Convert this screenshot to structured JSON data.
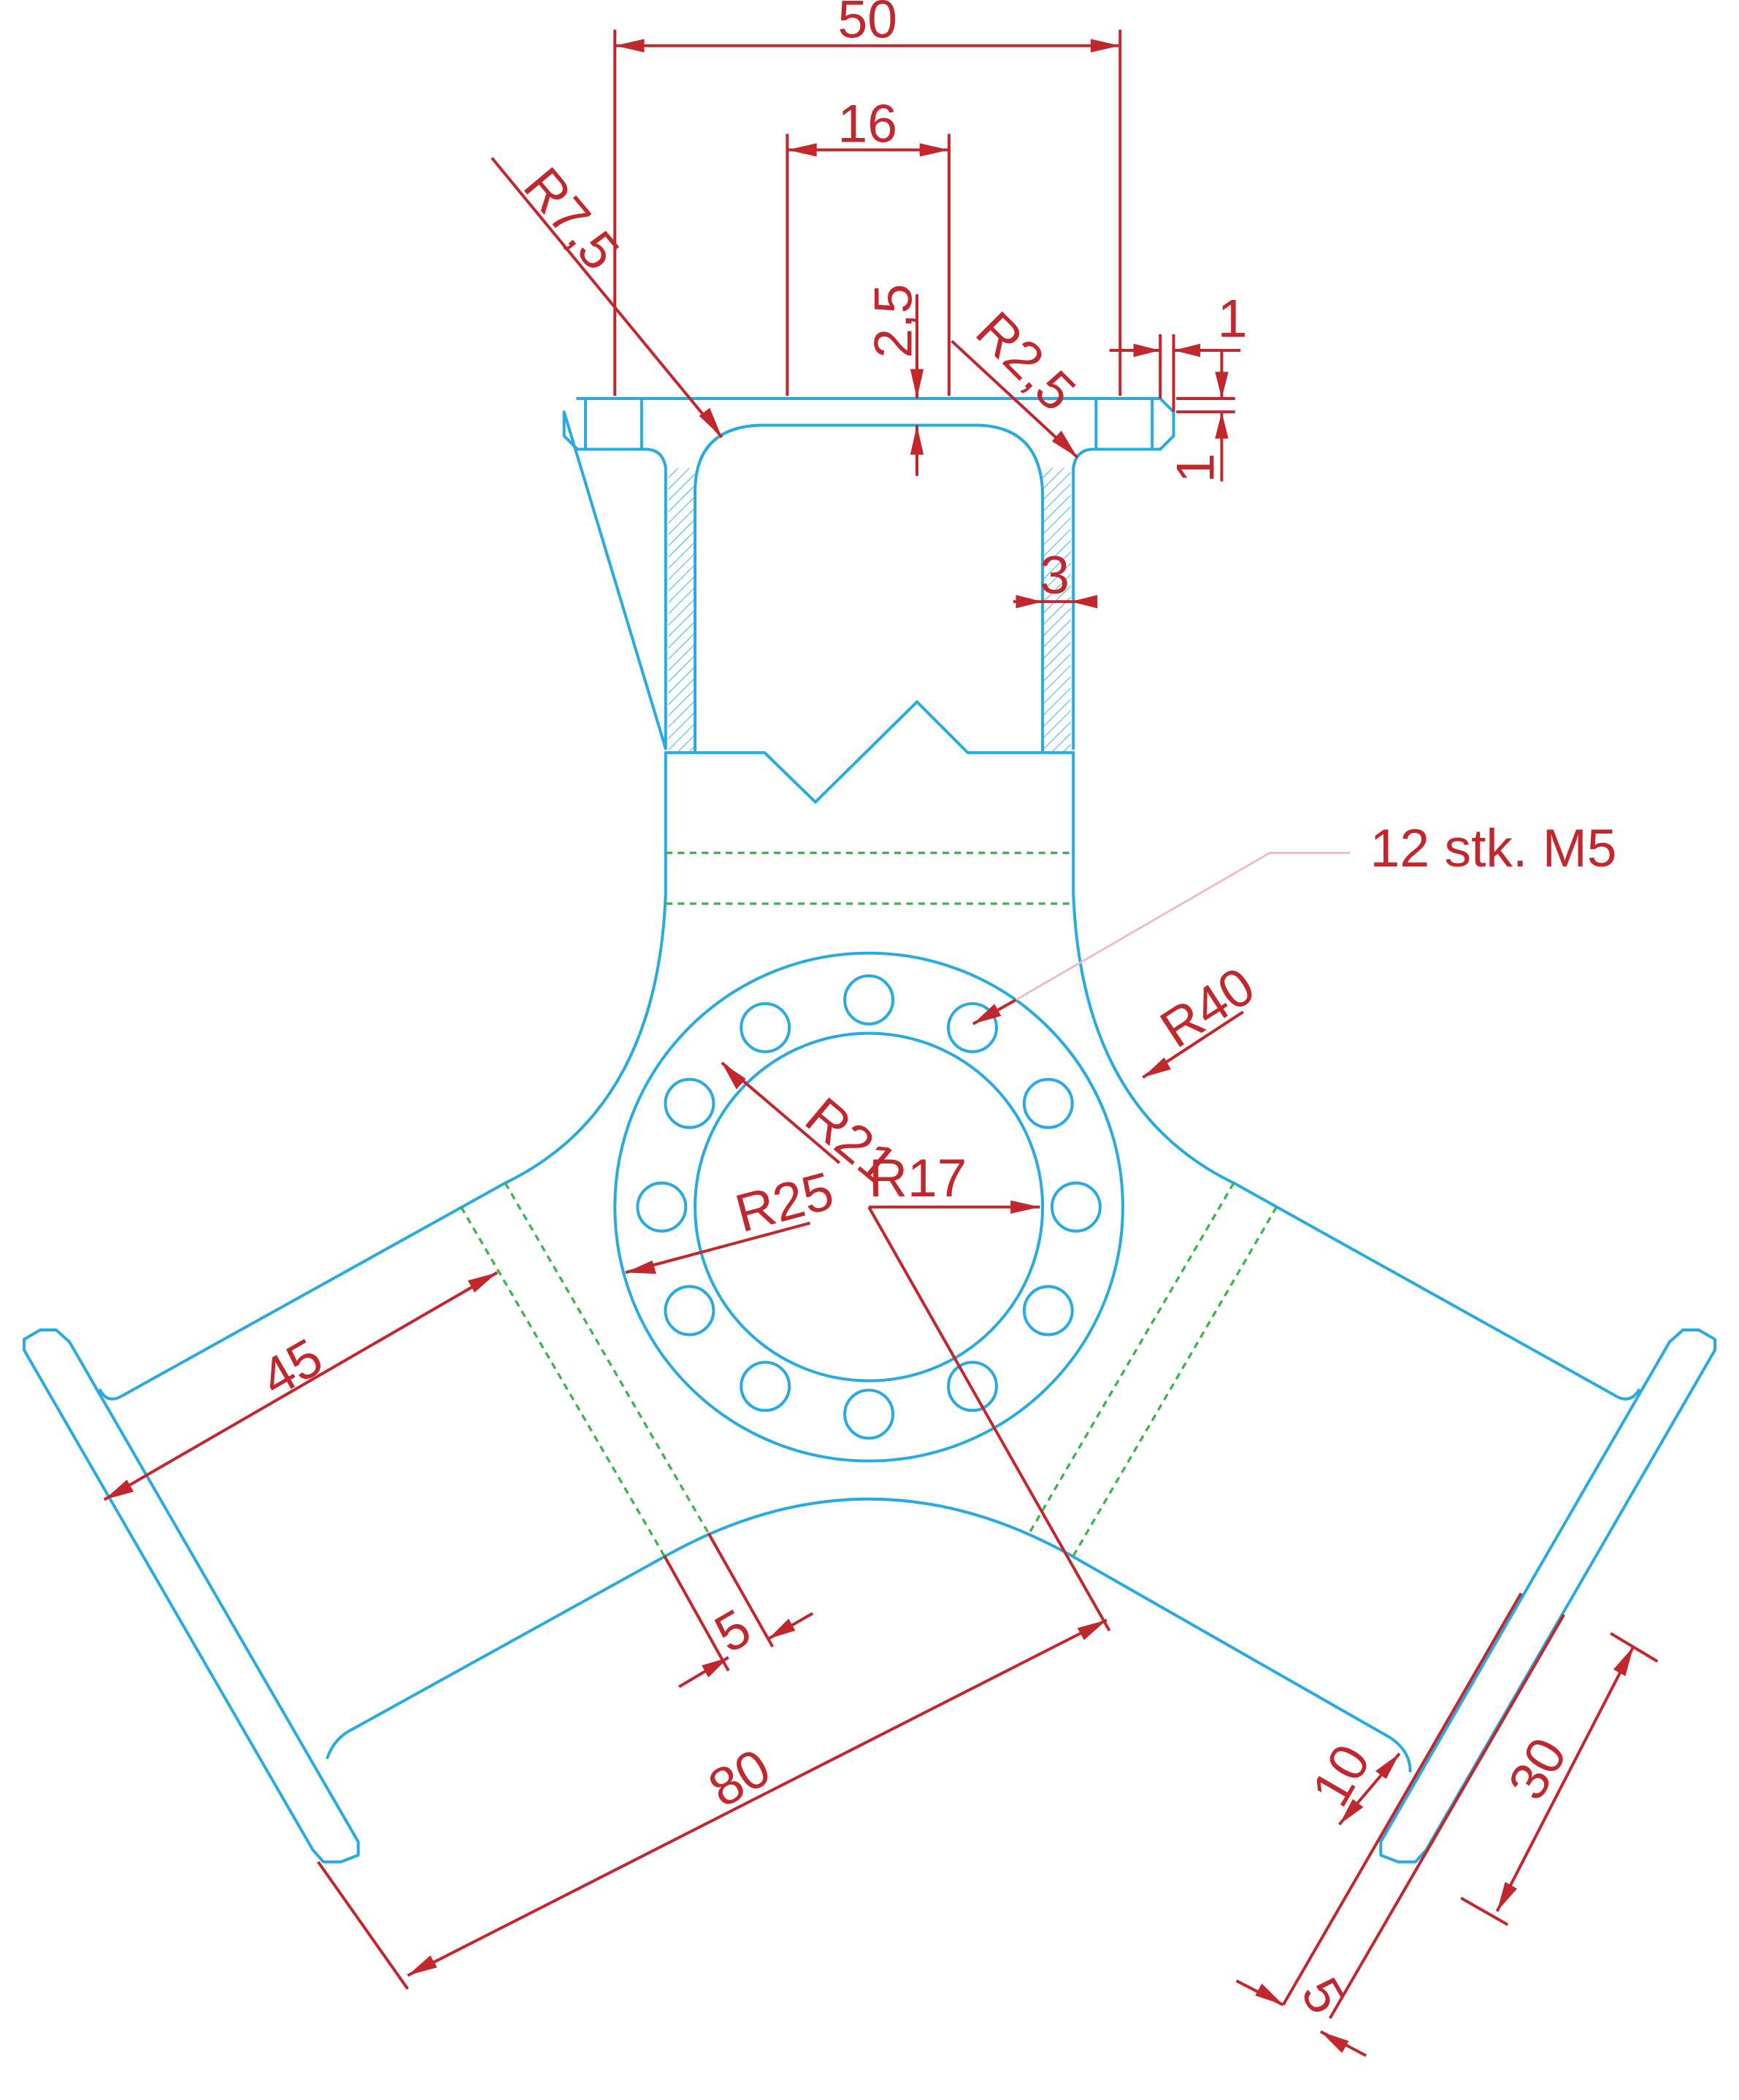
{
  "colors": {
    "part_outline": "#29abe2",
    "hidden_lines": "#39b54a",
    "dimensions": "#c1272d",
    "background": "#ffffff"
  },
  "dimensions": {
    "width_50": "50",
    "width_16": "16",
    "radius_7_5": "R7,5",
    "radius_2_5": "R2,5",
    "depth_2_5": "2,5",
    "offset_1_horizontal": "1",
    "offset_1_vertical": "1",
    "wall_3": "3",
    "radius_40": "R40",
    "radius_21": "R21",
    "radius_25": "R25",
    "radius_17": "R17",
    "length_45": "45",
    "length_5_left": "5",
    "length_80": "80",
    "length_10": "10",
    "length_30": "30",
    "length_5_right": "5"
  },
  "notes": {
    "thread_callout": "12 stk. M5"
  }
}
